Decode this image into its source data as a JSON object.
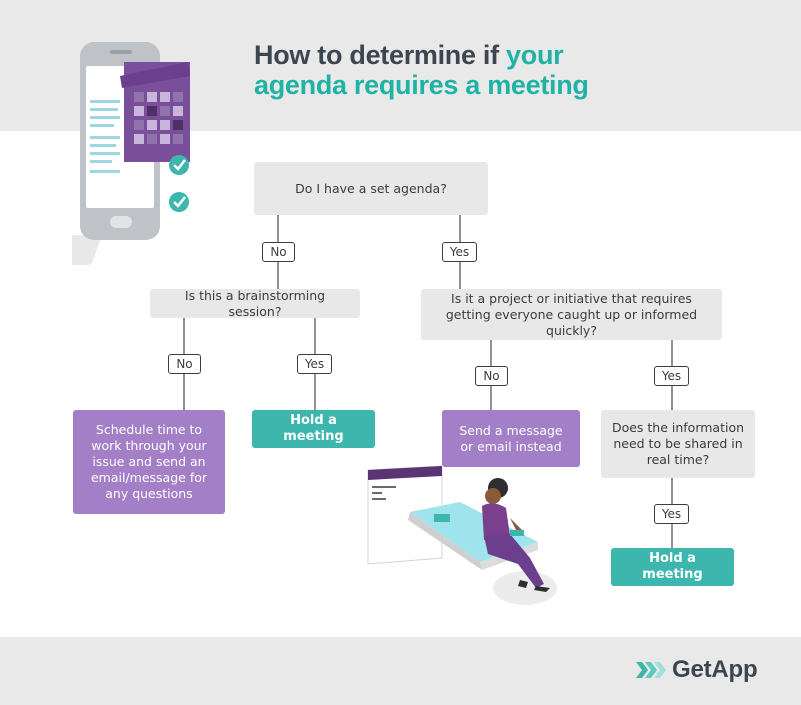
{
  "header": {
    "title_part1": "How to determine if ",
    "title_highlight": "your",
    "title_part2": "agenda requires a meeting",
    "colors": {
      "title": "#3d4650",
      "highlight": "#1fb3a5",
      "band": "#e9e9e9"
    }
  },
  "flowchart": {
    "q_agenda": "Do I have a set agenda?",
    "q_brainstorm": "Is this a brainstorming session?",
    "q_project": "Is it a project or initiative that requires getting everyone caught up or informed quickly?",
    "q_realtime": "Does the information need to be shared in real time?",
    "a_schedule": "Schedule time to work through your issue and send an email/message for any questions",
    "a_meeting_1": "Hold a meeting",
    "a_message": "Send a message or email instead",
    "a_meeting_2": "Hold a meeting",
    "labels": {
      "agenda_no": "No",
      "agenda_yes": "Yes",
      "brainstorm_no": "No",
      "brainstorm_yes": "Yes",
      "project_no": "No",
      "project_yes": "Yes",
      "realtime_yes": "Yes"
    },
    "colors": {
      "question": "#e8e8e8",
      "purple": "#a37fc7",
      "teal": "#3db7ae",
      "line": "#4a4a4a"
    }
  },
  "illustrations": {
    "phone": "phone-calendar-icon",
    "person": "person-laptop-icon"
  },
  "footer": {
    "logo_text": "GetApp",
    "logo_icon": "chevrons-logo-icon"
  }
}
